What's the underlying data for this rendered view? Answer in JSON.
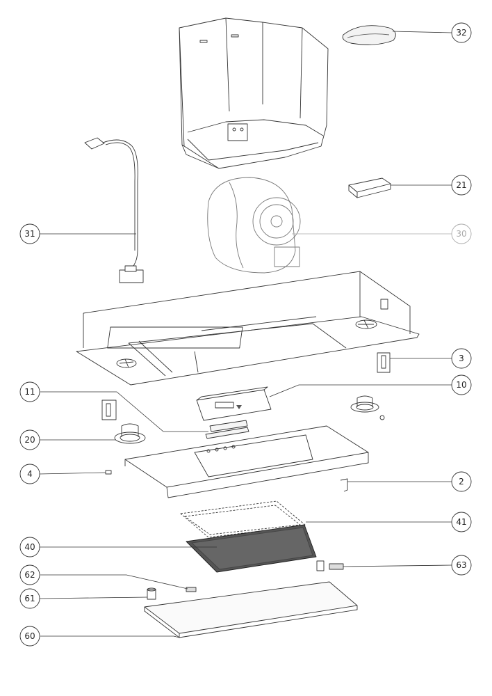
{
  "diagram": {
    "type": "exploded-parts-view",
    "parts": [
      {
        "id": "32",
        "label": "32"
      },
      {
        "id": "21",
        "label": "21"
      },
      {
        "id": "31",
        "label": "31"
      },
      {
        "id": "30",
        "label": "30",
        "muted": true
      },
      {
        "id": "3",
        "label": "3"
      },
      {
        "id": "10",
        "label": "10"
      },
      {
        "id": "11",
        "label": "11"
      },
      {
        "id": "20",
        "label": "20"
      },
      {
        "id": "4",
        "label": "4"
      },
      {
        "id": "2",
        "label": "2"
      },
      {
        "id": "41",
        "label": "41"
      },
      {
        "id": "40",
        "label": "40"
      },
      {
        "id": "62",
        "label": "62"
      },
      {
        "id": "63",
        "label": "63"
      },
      {
        "id": "61",
        "label": "61"
      },
      {
        "id": "60",
        "label": "60"
      }
    ]
  }
}
